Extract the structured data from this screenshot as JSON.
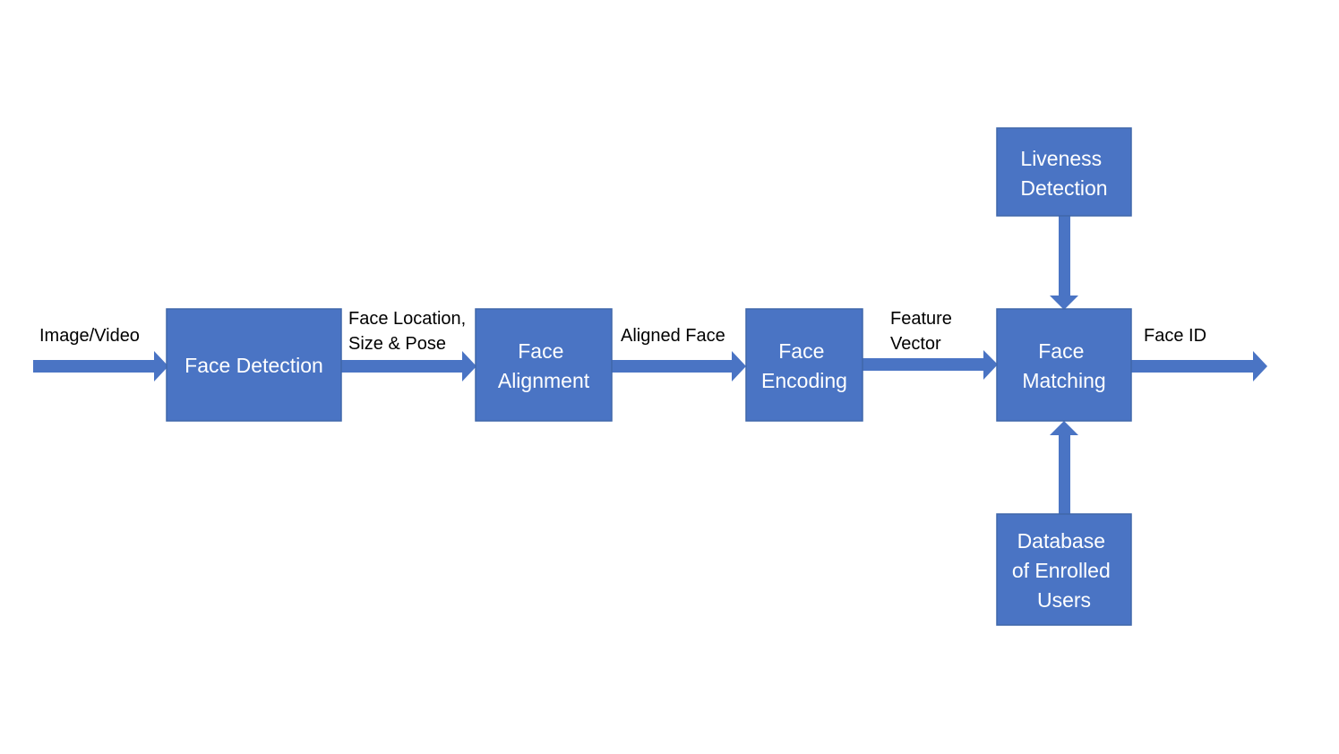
{
  "diagram": {
    "colors": {
      "box_fill": "#4a74c4",
      "arrow_fill": "#4a74c4",
      "box_text": "#ffffff",
      "label_text": "#000000",
      "background": "#ffffff"
    },
    "nodes": {
      "face_detection": {
        "lines": [
          "Face Detection"
        ]
      },
      "face_alignment": {
        "lines": [
          "Face",
          "Alignment"
        ]
      },
      "face_encoding": {
        "lines": [
          "Face",
          "Encoding"
        ]
      },
      "face_matching": {
        "lines": [
          "Face",
          "Matching"
        ]
      },
      "liveness_detection": {
        "lines": [
          "Liveness",
          "Detection"
        ]
      },
      "database_enrolled": {
        "lines": [
          "Database",
          "of Enrolled",
          "Users"
        ]
      }
    },
    "edges": {
      "input": {
        "lines": [
          "Image/Video"
        ]
      },
      "detection_to_alignment": {
        "lines": [
          "Face Location,",
          "Size & Pose"
        ]
      },
      "alignment_to_encoding": {
        "lines": [
          "Aligned Face"
        ]
      },
      "encoding_to_matching": {
        "lines": [
          "Feature",
          "Vector"
        ]
      },
      "output": {
        "lines": [
          "Face ID"
        ]
      }
    }
  }
}
